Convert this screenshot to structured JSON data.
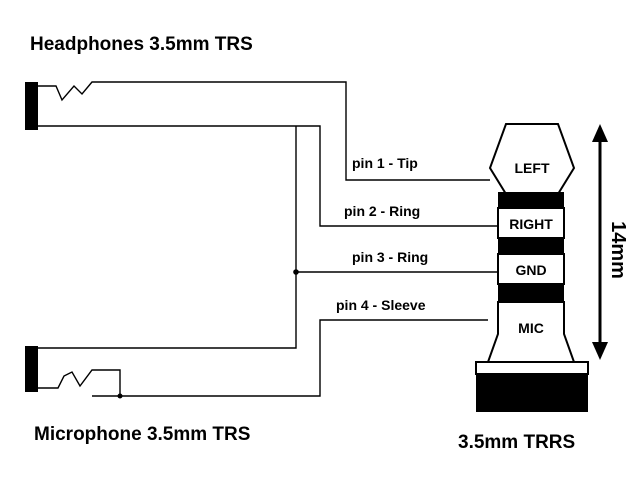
{
  "titles": {
    "headphones": "Headphones 3.5mm TRS",
    "microphone": "Microphone 3.5mm TRS",
    "trrs": "3.5mm TRRS"
  },
  "pins": {
    "pin1": "pin 1 - Tip",
    "pin2": "pin 2 - Ring",
    "pin3": "pin 3 - Ring",
    "pin4": "pin 4 - Sleeve"
  },
  "plug_segments": {
    "left": "LEFT",
    "right": "RIGHT",
    "gnd": "GND",
    "mic": "MIC"
  },
  "dimension": "14mm"
}
